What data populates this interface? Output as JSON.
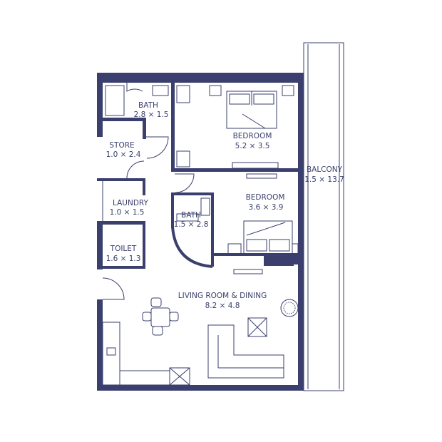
{
  "rooms": {
    "bath_top": {
      "name": "BATH",
      "size": "2.8 × 1.5"
    },
    "store": {
      "name": "STORE",
      "size": "1.0 × 2.4"
    },
    "bedroom_main": {
      "name": "BEDROOM",
      "size": "5.2 × 3.5"
    },
    "balcony": {
      "name": "BALCONY",
      "size": "1.5 × 13.7"
    },
    "bedroom_second": {
      "name": "BEDROOM",
      "size": "3.6 × 3.9"
    },
    "laundry": {
      "name": "LAUNDRY",
      "size": "1.0 × 1.5"
    },
    "bath_second": {
      "name": "BATH",
      "size": "1.5 × 2.8"
    },
    "toilet": {
      "name": "TOILET",
      "size": "1.6 × 1.3"
    },
    "living": {
      "name": "LIVING ROOM & DINING",
      "size": "8.2 × 4.8"
    }
  },
  "colors": {
    "ink": "#3a3f6e",
    "background": "#ffffff"
  }
}
